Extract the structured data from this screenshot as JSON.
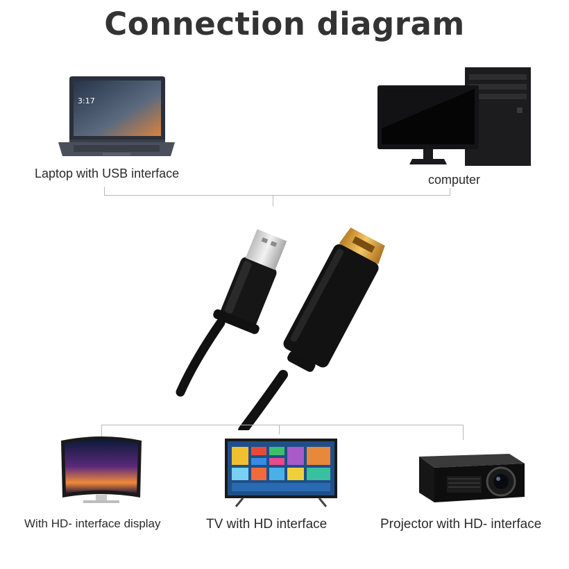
{
  "title": "Connection diagram",
  "sources": {
    "laptop_label": "Laptop with USB interface",
    "computer_label": "computer"
  },
  "targets": {
    "display_label": "With HD‑ interface display",
    "tv_label": "TV with HD interface",
    "projector_label": "Projector with HD‑ interface"
  },
  "colors": {
    "title": "#333333",
    "connector_line": "#b8b8b8",
    "cable": "#111111",
    "usb_metal": "#d9d9d9",
    "hdmi_metal": "#e0a53c"
  }
}
